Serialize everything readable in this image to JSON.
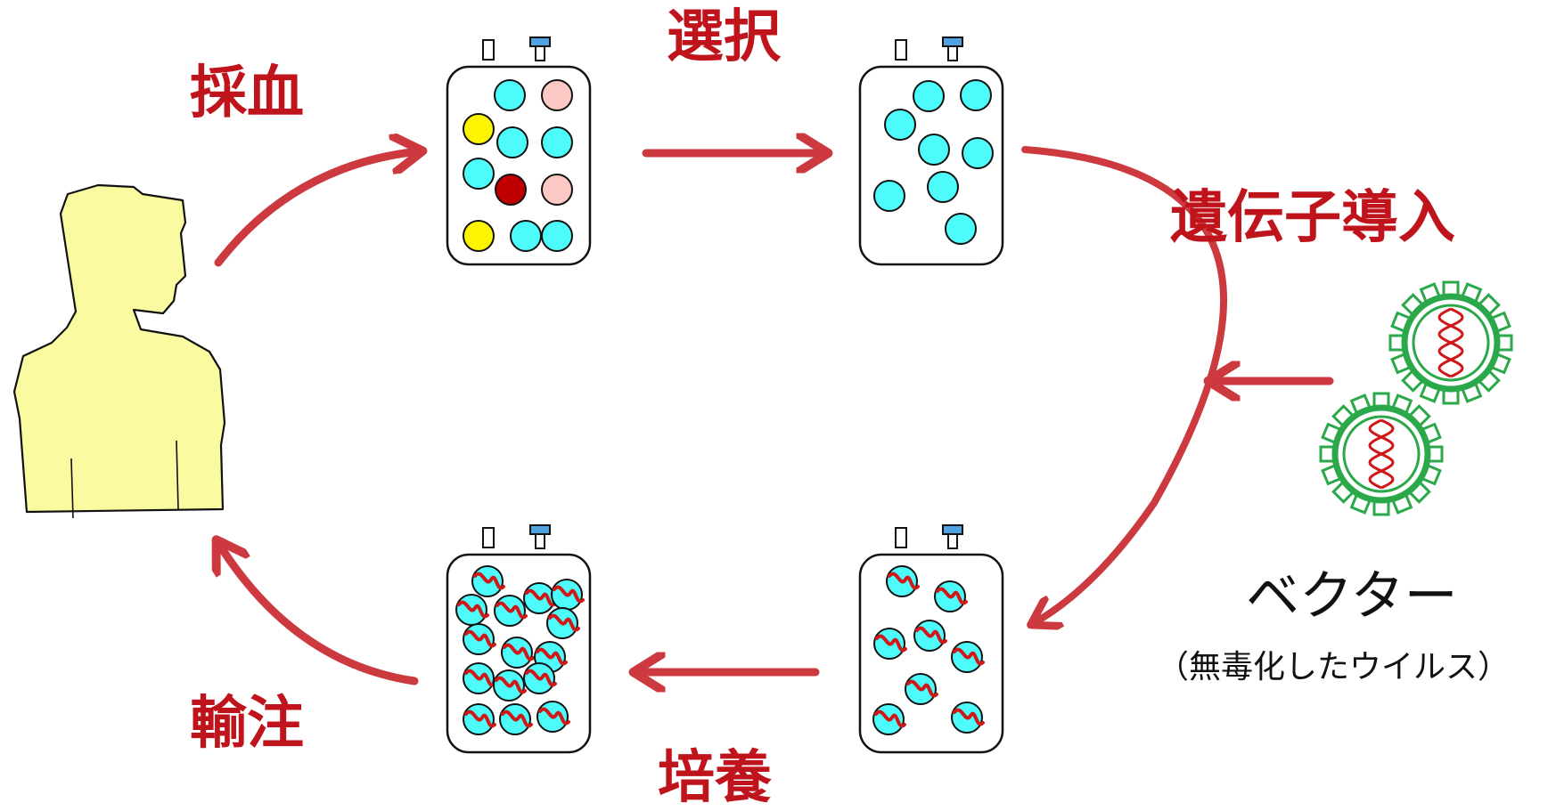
{
  "colors": {
    "label_red": "#c0141c",
    "arrow_red": "#cc3a40",
    "person_fill": "#fafaa0",
    "cell_cyan": "#4dfbfb",
    "cell_yellow": "#fdf500",
    "cell_pink": "#fbc8c4",
    "cell_darkred": "#c00000",
    "cap_blue": "#4fa3e0",
    "virus_green": "#2aa84a",
    "dna_red": "#d01818"
  },
  "steps": {
    "blood_draw": "採血",
    "selection": "選択",
    "gene_transfer": "遺伝子導入",
    "culture": "培養",
    "infusion": "輸注"
  },
  "vector": {
    "title": "ベクター",
    "subtitle": "（無毒化したウイルス）"
  },
  "icons": {
    "patient": "person-silhouette-icon",
    "bag": "cell-culture-bag-icon",
    "virus": "viral-vector-icon"
  }
}
